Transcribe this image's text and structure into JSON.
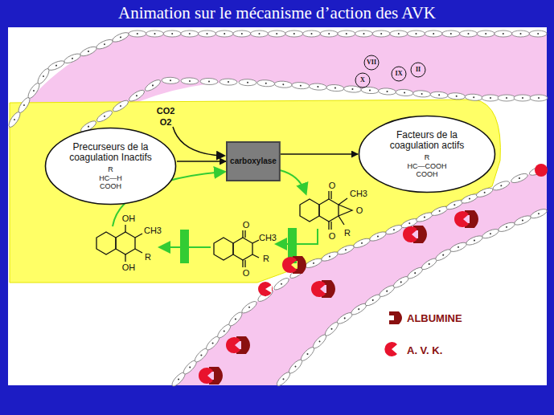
{
  "diagram": {
    "title": "Animation sur le mécanisme d’action des AVK",
    "nodes": [
      {
        "text": [
          "Precurseurs de la coagulation Inactifs",
          "R",
          "HC—H",
          "COOH"
        ]
      },
      {
        "text": [
          "carboxylase"
        ]
      },
      {
        "text": [
          "Facteurs de la coagulation actifs",
          "R",
          "HC—COOH",
          "COOH"
        ]
      },
      {
        "text": [
          "VII"
        ]
      },
      {
        "text": [
          "X"
        ]
      },
      {
        "text": [
          "IX"
        ]
      },
      {
        "text": [
          "II"
        ]
      }
    ],
    "edges": [
      {
        "from": 0,
        "to": 1,
        "arrow": "to"
      },
      {
        "from": 1,
        "to": 2,
        "arrow": "to"
      }
    ],
    "labels": [
      "CO2",
      "O2",
      "O",
      "CH3",
      "O",
      "R",
      "O",
      "O",
      "CH3",
      "R",
      "O",
      "OH",
      "CH3",
      "R",
      "OH"
    ],
    "legend": [
      {
        "text": "ALBUMINE"
      },
      {
        "text": "A. V. K."
      }
    ]
  }
}
